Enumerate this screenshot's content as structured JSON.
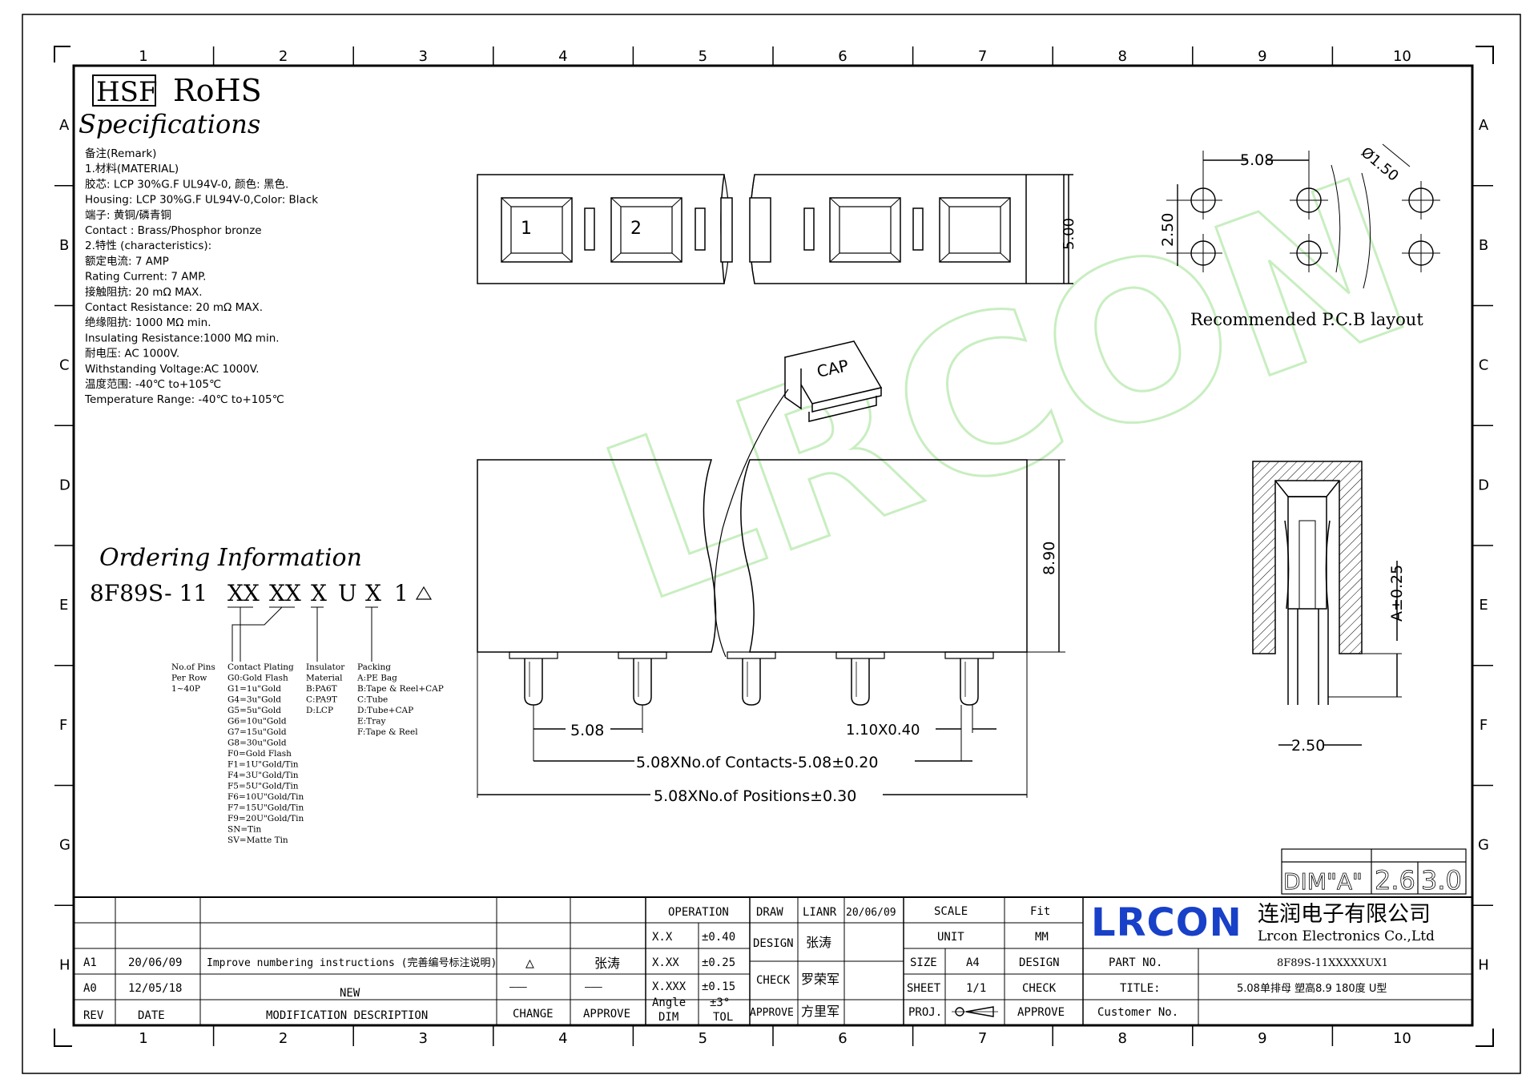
{
  "frame": {
    "col_labels": [
      "1",
      "2",
      "3",
      "4",
      "5",
      "6",
      "7",
      "8",
      "9",
      "10"
    ],
    "row_labels": [
      "A",
      "B",
      "C",
      "D",
      "E",
      "F",
      "G",
      "H"
    ]
  },
  "header": {
    "hsf": "HSF",
    "rohs": "RoHS",
    "specs_title": "Specifications"
  },
  "specs": [
    "备注(Remark)",
    "1.材料(MATERIAL)",
    "胶芯: LCP 30%G.F UL94V-0, 颜色: 黑色.",
    "Housing: LCP 30%G.F UL94V-0,Color: Black",
    "端子: 黄铜/磷青铜",
    "Contact : Brass/Phosphor bronze",
    "2.特性 (characteristics):",
    "额定电流: 7 AMP",
    "Rating Current: 7 AMP.",
    "接触阻抗: 20 mΩ MAX.",
    "Contact Resistance: 20 mΩ MAX.",
    "绝缘阻抗: 1000 MΩ min.",
    "Insulating Resistance:1000 MΩ min.",
    "耐电压: AC 1000V.",
    "Withstanding Voltage:AC 1000V.",
    "温度范围: -40℃ to+105℃",
    "Temperature Range: -40℃ to+105℃"
  ],
  "ordering": {
    "title": "Ordering Information",
    "code_prefix": "8F89S- 11",
    "code_xx1": "XX",
    "code_xx2": "XX",
    "code_x1": "X",
    "code_u": "U",
    "code_x2": "X",
    "code_1": "1",
    "pins": [
      "No.of Pins",
      "Per Row",
      "1~40P"
    ],
    "plating": [
      "Contact Plating",
      "G0:Gold Flash",
      "G1=1u\"Gold",
      "G4=3u\"Gold",
      "G5=5u\"Gold",
      "G6=10u\"Gold",
      "G7=15u\"Gold",
      "G8=30u\"Gold",
      "F0=Gold Flash",
      "F1=1U\"Gold/Tin",
      "F4=3U\"Gold/Tin",
      "F5=5U\"Gold/Tin",
      "F6=10U\"Gold/Tin",
      "F7=15U\"Gold/Tin",
      "F9=20U\"Gold/Tin",
      "SN=Tin",
      "SV=Matte Tin"
    ],
    "insulator": [
      "Insulator",
      "Material",
      "B:PA6T",
      "C:PA9T",
      "D:LCP"
    ],
    "packing": [
      "Packing",
      "A:PE Bag",
      "B:Tape & Reel+CAP",
      "C:Tube",
      "D:Tube+CAP",
      "E:Tray",
      "F:Tape & Reel"
    ]
  },
  "top_view": {
    "pin1": "1",
    "pin2": "2",
    "height": "5.00"
  },
  "pcb": {
    "pitch": "5.08",
    "row_pitch": "2.50",
    "hole": "Ø1.50",
    "caption": "Recommended P.C.B layout"
  },
  "front_view": {
    "cap": "CAP",
    "height": "8.90",
    "pitch": "5.08",
    "pin_size": "1.10X0.40",
    "contacts_dim": "5.08XNo.of Contacts-5.08±0.20",
    "positions_dim": "5.08XNo.of Positions±0.30"
  },
  "side_view": {
    "dim_a": "A±0.25",
    "row_pitch": "2.50"
  },
  "dim_table": {
    "label": "DIM\"A\"",
    "v1": "2.6",
    "v2": "3.0"
  },
  "revisions": {
    "rows": [
      {
        "rev": "A1",
        "date": "20/06/09",
        "desc": "Improve numbering instructions (完善编号标注说明)",
        "change": "△",
        "approve": "张涛"
      },
      {
        "rev": "A0",
        "date": "12/05/18",
        "desc": "NEW",
        "change": "———",
        "approve": "———"
      }
    ],
    "headers": {
      "rev": "REV",
      "date": "DATE",
      "desc": "MODIFICATION DESCRIPTION",
      "change": "CHANGE",
      "approve": "APPROVE"
    }
  },
  "tolerance": {
    "title": "OPERATION",
    "rows": [
      [
        "X.X",
        "±0.40"
      ],
      [
        "X.XX",
        "±0.25"
      ],
      [
        "X.XXX",
        "±0.15"
      ],
      [
        "Angle",
        "±3°"
      ]
    ],
    "dim": "DIM",
    "tol": "TOL"
  },
  "signoff": {
    "draw": "DRAW",
    "draw_name": "LIANR",
    "draw_date": "20/06/09",
    "design": "DESIGN",
    "design_name": "张涛",
    "check": "CHECK",
    "check_name": "罗荣军",
    "approve": "APPROVE",
    "approve_name": "方里军"
  },
  "meta": {
    "scale": "SCALE",
    "scale_val": "Fit",
    "unit": "UNIT",
    "unit_val": "MM",
    "size": "SIZE",
    "size_val": "A4",
    "sheet": "SHEET",
    "sheet_val": "1/1",
    "proj": "PROJ.",
    "design": "DESIGN",
    "check": "CHECK",
    "approve": "APPROVE"
  },
  "company": {
    "logo": "LRCON",
    "name_cn": "连润电子有限公司",
    "name_en": "Lrcon Electronics Co.,Ltd",
    "part_label": "PART NO.",
    "part_no": "8F89S-11XXXXXUX1",
    "title_label": "TITLE:",
    "title": "5.08单排母 塑高8.9 180度 U型",
    "customer_label": "Customer No."
  },
  "watermark": "LRCON",
  "colors": {
    "logo": "#1840c8",
    "watermark": "#c8eec0"
  }
}
